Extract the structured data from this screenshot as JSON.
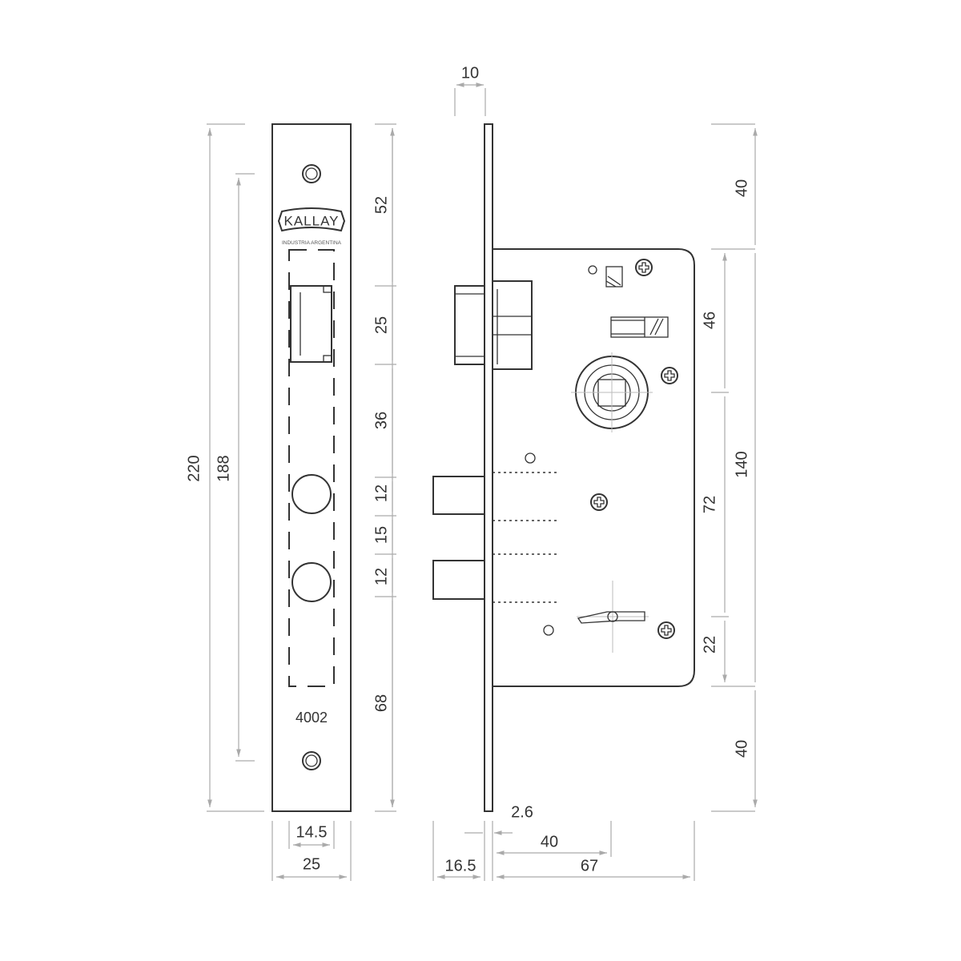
{
  "brand": "KALLAY",
  "brand_subtitle": "INDUSTRIA ARGENTINA",
  "model": "4002",
  "front_view": {
    "overall_height": "220",
    "screw_spacing": "188",
    "chain": [
      "52",
      "25",
      "36",
      "12",
      "15",
      "12",
      "68"
    ],
    "inner_width": "14.5",
    "width": "25"
  },
  "side_view": {
    "faceplate_thickness": "10",
    "right_outer": [
      "40",
      "140",
      "40"
    ],
    "right_inner": [
      "46",
      "72",
      "22"
    ],
    "plate": "2.6",
    "backset": "40",
    "case_depth": "67",
    "bolt_projection": "16.5"
  }
}
